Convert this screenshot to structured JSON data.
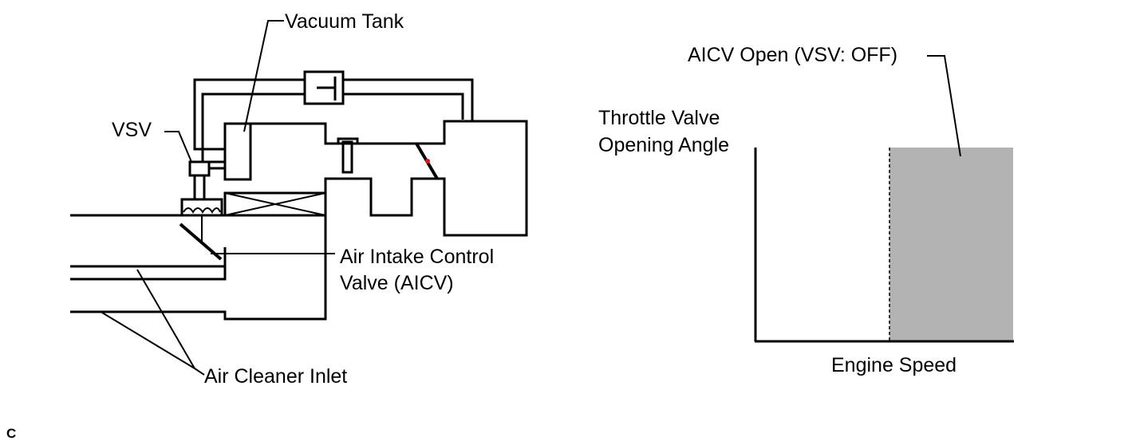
{
  "labels": {
    "vacuum_tank": "Vacuum Tank",
    "vsv": "VSV",
    "aicv_line1": "Air Intake Control",
    "aicv_line2": "Valve (AICV)",
    "air_cleaner_inlet": "Air Cleaner Inlet",
    "aicv_open": "AICV Open (VSV: OFF)",
    "y_axis_line1": "Throttle Valve",
    "y_axis_line2": "Opening Angle",
    "x_axis": "Engine Speed",
    "corner_mark": "C"
  },
  "colors": {
    "line": "#000000",
    "shaded_region": "#b3b3b3",
    "marker_dot": "#e8121b",
    "background": "#ffffff"
  }
}
